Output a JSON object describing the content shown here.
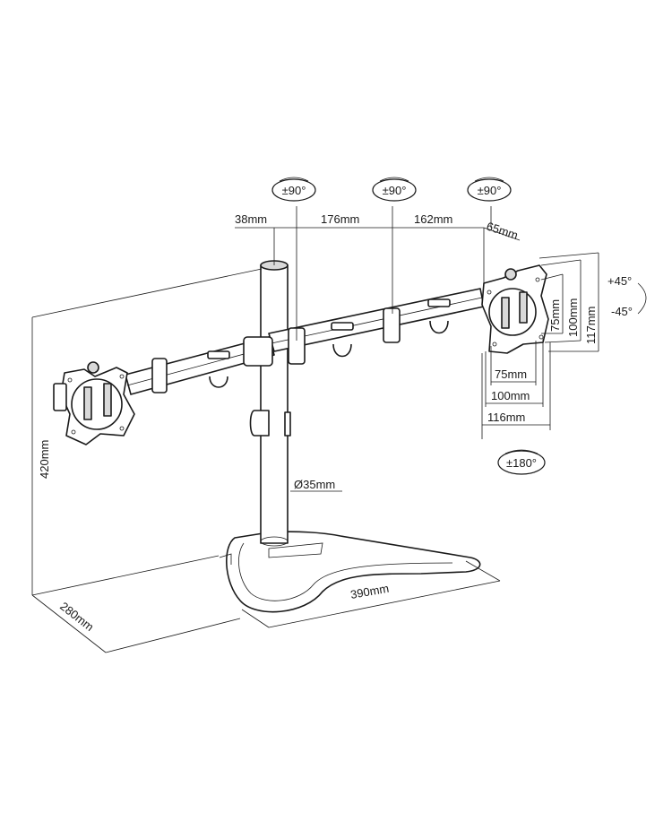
{
  "rotations": {
    "left_arm": "±90°",
    "middle_arm": "±90°",
    "right_head": "±90°",
    "tilt_up": "+45°",
    "tilt_down": "-45°",
    "swivel": "±180°"
  },
  "dimensions": {
    "offset_pole": "38mm",
    "arm_first": "176mm",
    "arm_second": "162mm",
    "head_depth": "65mm",
    "height": "420mm",
    "base_depth": "280mm",
    "base_width": "390mm",
    "pole_diameter": "Ø35mm"
  },
  "vesa": {
    "vertical": [
      "75mm",
      "100mm",
      "117mm"
    ],
    "horizontal": [
      "75mm",
      "100mm",
      "116mm"
    ]
  }
}
